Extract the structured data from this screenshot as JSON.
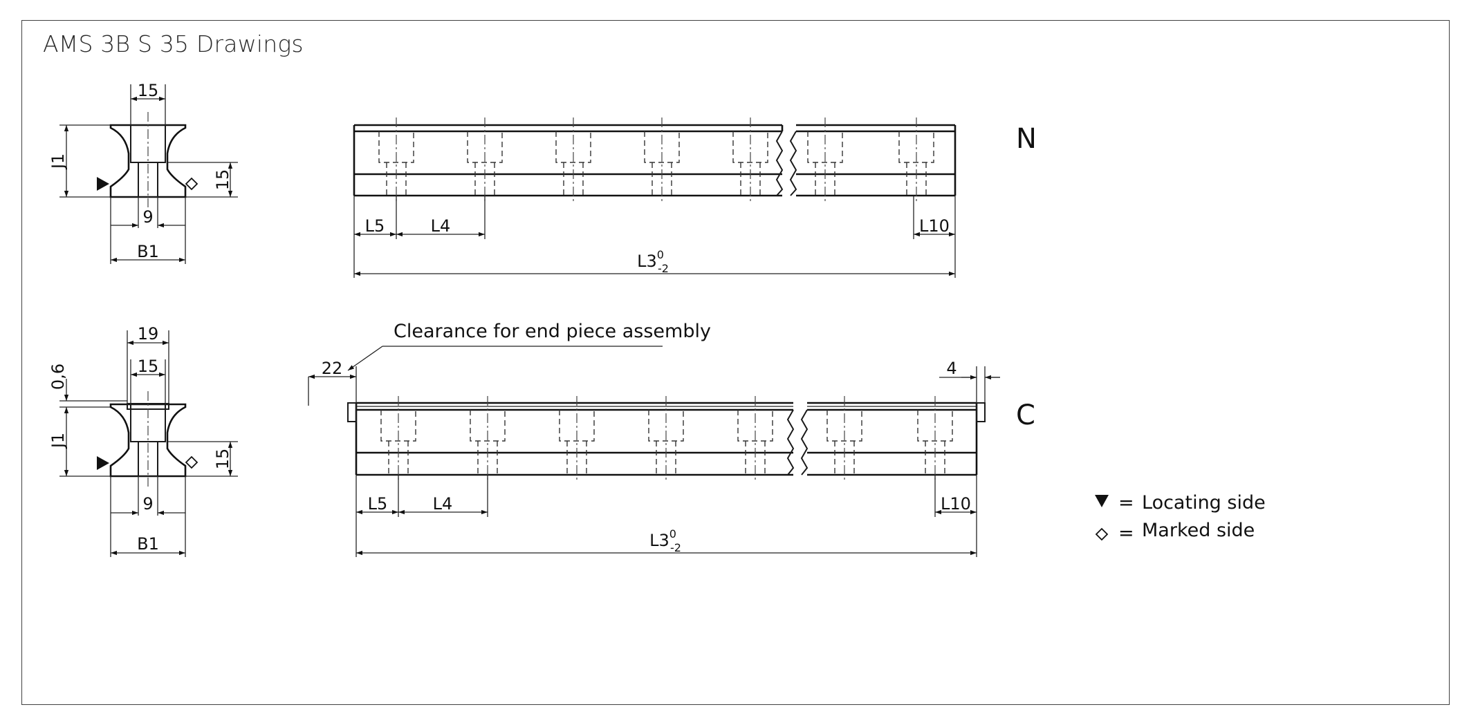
{
  "title": "AMS 3B S 35 Drawings",
  "colors": {
    "line": "#1a1a1a",
    "frame": "#404040",
    "hatch": "#555555"
  },
  "views": {
    "N": {
      "label": "N"
    },
    "C": {
      "label": "C"
    }
  },
  "section": {
    "top_width": "15",
    "bore_width": "9",
    "base_width": "B1",
    "height": "J1",
    "side_height": "15"
  },
  "section_c": {
    "outer_width": "19",
    "top_width": "15",
    "offset": "0,6",
    "bore_width": "9",
    "base_width": "B1",
    "height": "J1",
    "side_height": "15"
  },
  "rail_dims": {
    "end_pitch": "L5",
    "pitch": "L4",
    "end_length": "L10",
    "length_base": "L3",
    "tol_upper": "0",
    "tol_lower": "-2"
  },
  "clearance_note": "Clearance for end piece assembly",
  "clearance_left": "22",
  "clearance_right": "4",
  "legend": [
    {
      "symbol": "triangle-icon",
      "eq": "=",
      "text": "Locating side"
    },
    {
      "symbol": "diamond-icon",
      "eq": "=",
      "text": "Marked side"
    }
  ]
}
